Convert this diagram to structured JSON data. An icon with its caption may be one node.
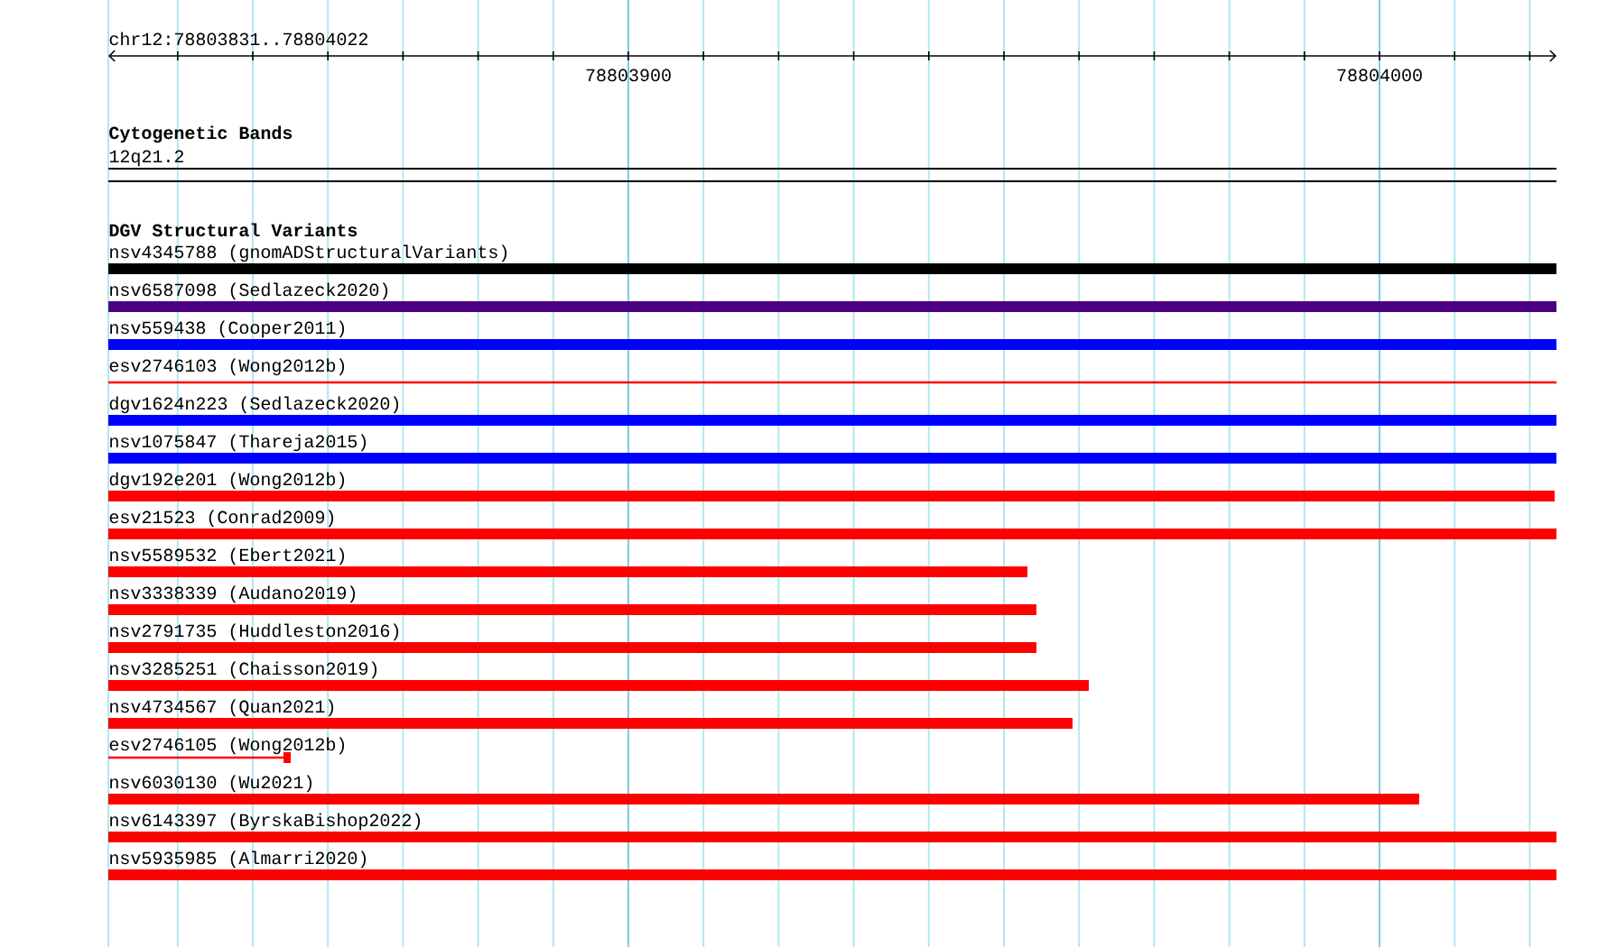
{
  "diagram": {
    "labels": [
      "chr12:78803831..78804022",
      "78803900",
      "78804000",
      "Cytogenetic Bands",
      "12q21.2",
      "DGV Structural Variants",
      "nsv4345788 (gnomADStructuralVariants)",
      "nsv6587098 (Sedlazeck2020)",
      "nsv559438 (Cooper2011)",
      "esv2746103 (Wong2012b)",
      "dgv1624n223 (Sedlazeck2020)",
      "nsv1075847 (Thareja2015)",
      "dgv192e201 (Wong2012b)",
      "esv21523 (Conrad2009)",
      "nsv5589532 (Ebert2021)",
      "nsv3338339 (Audano2019)",
      "nsv2791735 (Huddleston2016)",
      "nsv3285251 (Chaisson2019)",
      "nsv4734567 (Quan2021)",
      "esv2746105 (Wong2012b)",
      "nsv6030130 (Wu2021)",
      "nsv6143397 (ByrskaBishop2022)",
      "nsv5935985 (Almarri2020)"
    ]
  }
}
